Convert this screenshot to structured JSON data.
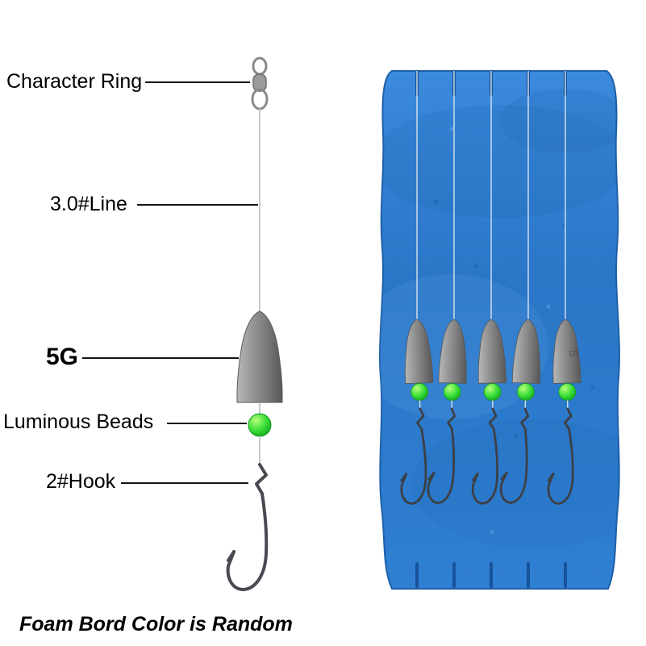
{
  "page": {
    "type": "product-diagram",
    "background": "#ffffff"
  },
  "callouts": [
    {
      "id": "character-ring",
      "label": "Character Ring"
    },
    {
      "id": "line",
      "label": "3.0#Line"
    },
    {
      "id": "sinker-weight",
      "label": "5G"
    },
    {
      "id": "luminous-beads",
      "label": "Luminous Beads"
    },
    {
      "id": "hook",
      "label": "2#Hook"
    }
  ],
  "footer": {
    "note": "Foam Bord Color is Random"
  },
  "board": {
    "rig_count": 5,
    "sinker_marking": "5"
  },
  "colors": {
    "foam_blue": "#2e7fd2",
    "foam_blue_dark": "#1e63ac",
    "bead_green": "#2ed632",
    "sinker_gray": "#8c8c8c",
    "line_gray": "#c4cad2",
    "label_text": "#000000"
  }
}
